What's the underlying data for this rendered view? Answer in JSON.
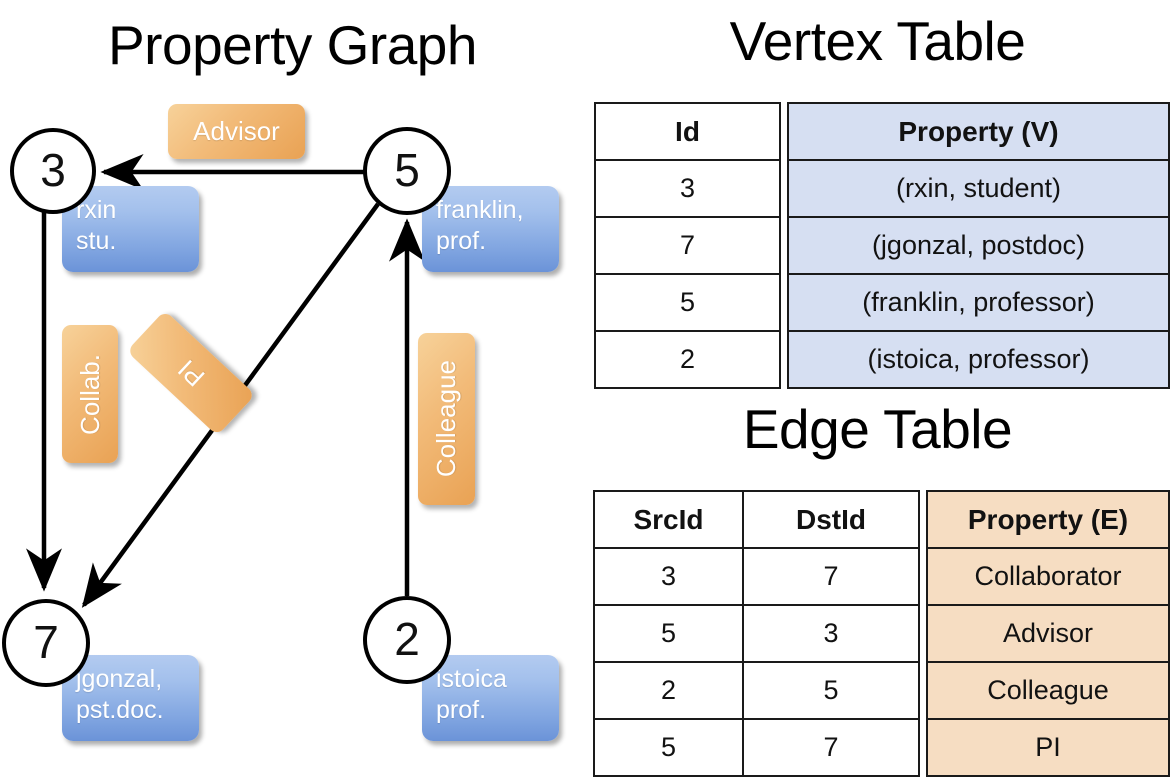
{
  "graph": {
    "title": "Property Graph",
    "nodes": [
      {
        "id": "3",
        "prop_lines": [
          "rxin",
          "stu."
        ]
      },
      {
        "id": "5",
        "prop_lines": [
          "franklin,",
          "prof."
        ]
      },
      {
        "id": "7",
        "prop_lines": [
          "jgonzal,",
          "pst.doc."
        ]
      },
      {
        "id": "2",
        "prop_lines": [
          "istoica",
          "prof."
        ]
      }
    ],
    "edge_labels": [
      {
        "name": "advisor-label",
        "text": "Advisor"
      },
      {
        "name": "collab-label",
        "text": "Collab."
      },
      {
        "name": "pi-label",
        "text": "PI"
      },
      {
        "name": "colleague-label",
        "text": "Colleague"
      }
    ],
    "edges": [
      {
        "src": "5",
        "dst": "3",
        "label": "Advisor"
      },
      {
        "src": "3",
        "dst": "7",
        "label": "Collab."
      },
      {
        "src": "5",
        "dst": "7",
        "label": "PI"
      },
      {
        "src": "2",
        "dst": "5",
        "label": "Colleague"
      }
    ],
    "colors": {
      "node_stroke": "#000000",
      "property_box_fill": "#8db0e6",
      "edge_label_fill": "#efb670",
      "edge_stroke": "#000000"
    }
  },
  "vertex_table": {
    "title": "Vertex Table",
    "columns": [
      "Id",
      "Property (V)"
    ],
    "rows": [
      [
        "3",
        "(rxin, student)"
      ],
      [
        "7",
        "(jgonzal, postdoc)"
      ],
      [
        "5",
        "(franklin, professor)"
      ],
      [
        "2",
        "(istoica, professor)"
      ]
    ],
    "highlight_color": "#d6dff2"
  },
  "edge_table": {
    "title": "Edge Table",
    "columns": [
      "SrcId",
      "DstId",
      "Property (E)"
    ],
    "rows": [
      [
        "3",
        "7",
        "Collaborator"
      ],
      [
        "5",
        "3",
        "Advisor"
      ],
      [
        "2",
        "5",
        "Colleague"
      ],
      [
        "5",
        "7",
        "PI"
      ]
    ],
    "highlight_color": "#f6ddc2"
  }
}
